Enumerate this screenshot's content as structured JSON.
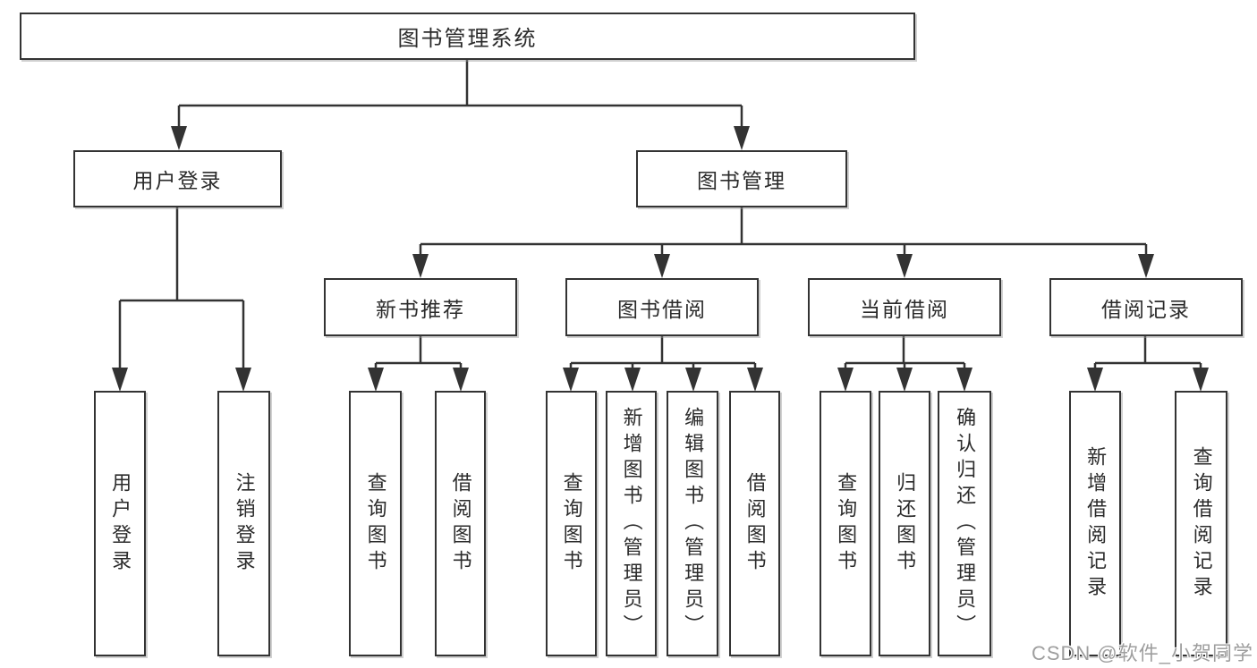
{
  "tree": {
    "root": {
      "label": "图书管理系统"
    },
    "user": {
      "label": "用户登录",
      "children": [
        "用户登录",
        "注销登录"
      ]
    },
    "mgmt": {
      "label": "图书管理",
      "sections": [
        {
          "label": "新书推荐",
          "children": [
            "查询图书",
            "借阅图书"
          ]
        },
        {
          "label": "图书借阅",
          "children": [
            "查询图书",
            "新增图书（管理员）",
            "编辑图书（管理员）",
            "借阅图书"
          ]
        },
        {
          "label": "当前借阅",
          "children": [
            "查询图书",
            "归还图书",
            "确认归还（管理员）"
          ]
        },
        {
          "label": "借阅记录",
          "children": [
            "新增借阅记录",
            "查询借阅记录"
          ]
        }
      ]
    }
  },
  "watermark": {
    "text": "CSDN @软件_小贺同学"
  },
  "colors": {
    "line": "#333333",
    "text": "#2b2b2b",
    "watermark": "#9e9e9e",
    "background": "#ffffff"
  }
}
